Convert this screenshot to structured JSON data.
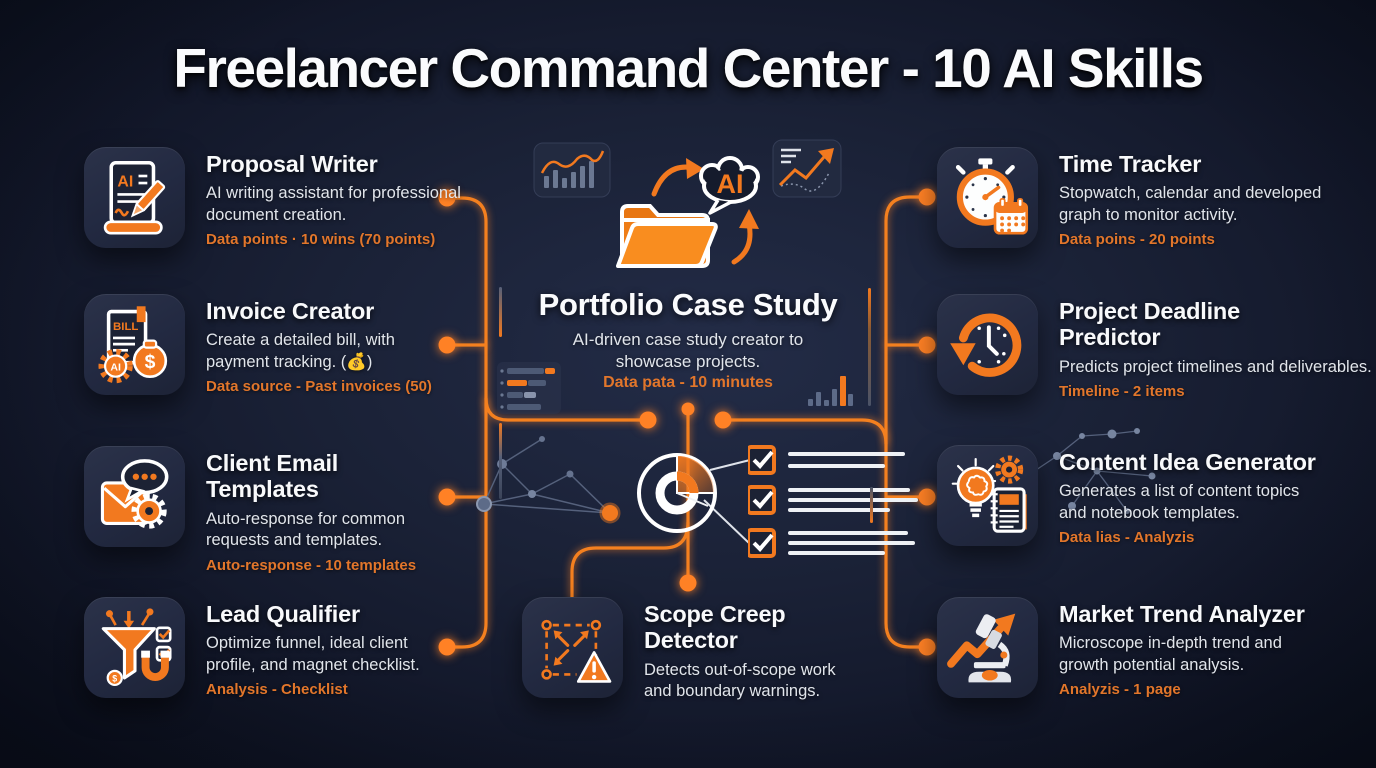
{
  "page_title": "Freelancer Command Center - 10 AI Skills",
  "colors": {
    "background": "#141b2d",
    "accent_orange": "#f2791f",
    "connector_dot": "#ff8125",
    "title_text": "#fafbfd",
    "desc_text": "#e1e5eb",
    "meta_text": "#e2762b",
    "tile_background": "#242b40"
  },
  "left_cards": [
    {
      "icon": "ai-document-pencil-icon",
      "title": "Proposal Writer",
      "desc": "AI writing assistant for professional document creation.",
      "meta": "Data points · 10 wins (70 points)"
    },
    {
      "icon": "bill-moneybag-gear-icon",
      "title": "Invoice Creator",
      "desc": "Create a detailed bill, with payment tracking. (💰)",
      "meta": "Data source - Past invoices (50)"
    },
    {
      "icon": "envelope-chat-gear-icon",
      "title": "Client Email Templates",
      "desc": "Auto-response for common requests and templates.",
      "meta": "Auto-response - 10 templates"
    },
    {
      "icon": "funnel-magnet-checklist-icon",
      "title": "Lead Qualifier",
      "desc": "Optimize funnel, ideal client profile, and magnet checklist.",
      "meta": "Analysis - Checklist"
    }
  ],
  "right_cards": [
    {
      "icon": "stopwatch-calendar-icon",
      "title": "Time Tracker",
      "desc": "Stopwatch, calendar and developed graph to monitor activity.",
      "meta": "Data poins - 20 points"
    },
    {
      "icon": "clock-rewind-icon",
      "title": "Project Deadline Predictor",
      "desc": "Predicts project timelines and deliverables.",
      "meta": "Timeline - 2 items"
    },
    {
      "icon": "lightbulb-gear-notebook-icon",
      "title": "Content Idea Generator",
      "desc": "Generates a list of content topics and notebook templates.",
      "meta": "Data lias - Analyzis"
    },
    {
      "icon": "microscope-trend-arrow-icon",
      "title": "Market Trend Analyzer",
      "desc": "Microscope in-depth trend and growth potential analysis.",
      "meta": "Analyzis - 1 page"
    }
  ],
  "center": {
    "icon": "folder-ai-cloud-icon",
    "title": "Portfolio Case Study",
    "desc": "AI-driven case study creator to showcase projects.",
    "meta": "Data pata - 10 minutes"
  },
  "scope_card": {
    "icon": "dashed-expand-warning-icon",
    "title": "Scope Creep Detector",
    "desc": "Detects out-of-scope work and boundary warnings."
  },
  "decorations": [
    "bar-line-chart-thumbnail",
    "trend-arrow-chart-thumbnail",
    "progress-bars-decoration",
    "mini-bar-chart-decoration",
    "network-graph-left",
    "network-graph-right",
    "donut-chart-decoration",
    "checklist-decoration",
    "connector-lines"
  ]
}
